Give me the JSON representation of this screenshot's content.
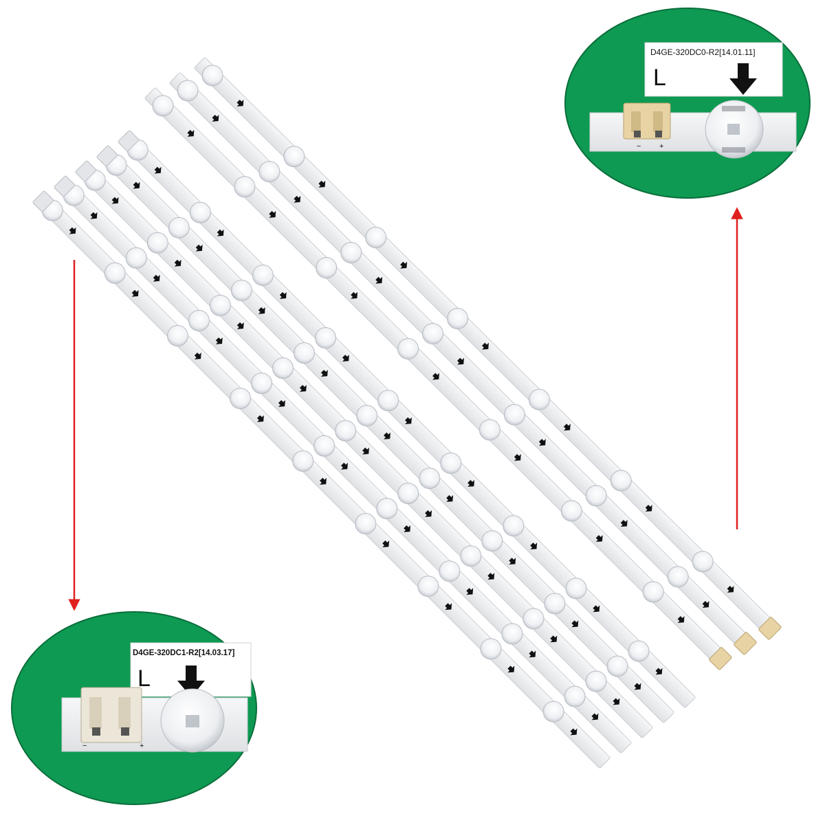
{
  "colors": {
    "background": "#ffffff",
    "callout_green": "#0e9a52",
    "callout_border": "#0a6d3a",
    "strip": "#ecedef",
    "strip_edge": "#c9ccd1",
    "lens": "#f4f5f7",
    "lens_edge": "#b8bcc2",
    "pointer_arrow": "#e01f1f",
    "direction_arrow": "#111111",
    "connector": "#e7d3a4"
  },
  "callouts": {
    "top_right": {
      "part_label": "D4GE-320DC0-R2[14.01.11]",
      "side_mark": "L",
      "polarity_minus": "−",
      "polarity_plus": "+"
    },
    "bottom_left": {
      "part_label": "D4GE-320DC1-R2[14.03.17]",
      "side_mark": "L",
      "polarity_minus": "−",
      "polarity_plus": "+"
    }
  },
  "icons": {
    "direction_arrow": "arrow-down-icon",
    "pointer": "red-pointer-arrow-icon",
    "connector": "connector-icon",
    "lens": "led-lens-icon"
  },
  "strips": {
    "left_group_count": 5,
    "right_group_count": 3,
    "leds_per_left_strip": 9,
    "leds_per_right_strip": 7
  }
}
